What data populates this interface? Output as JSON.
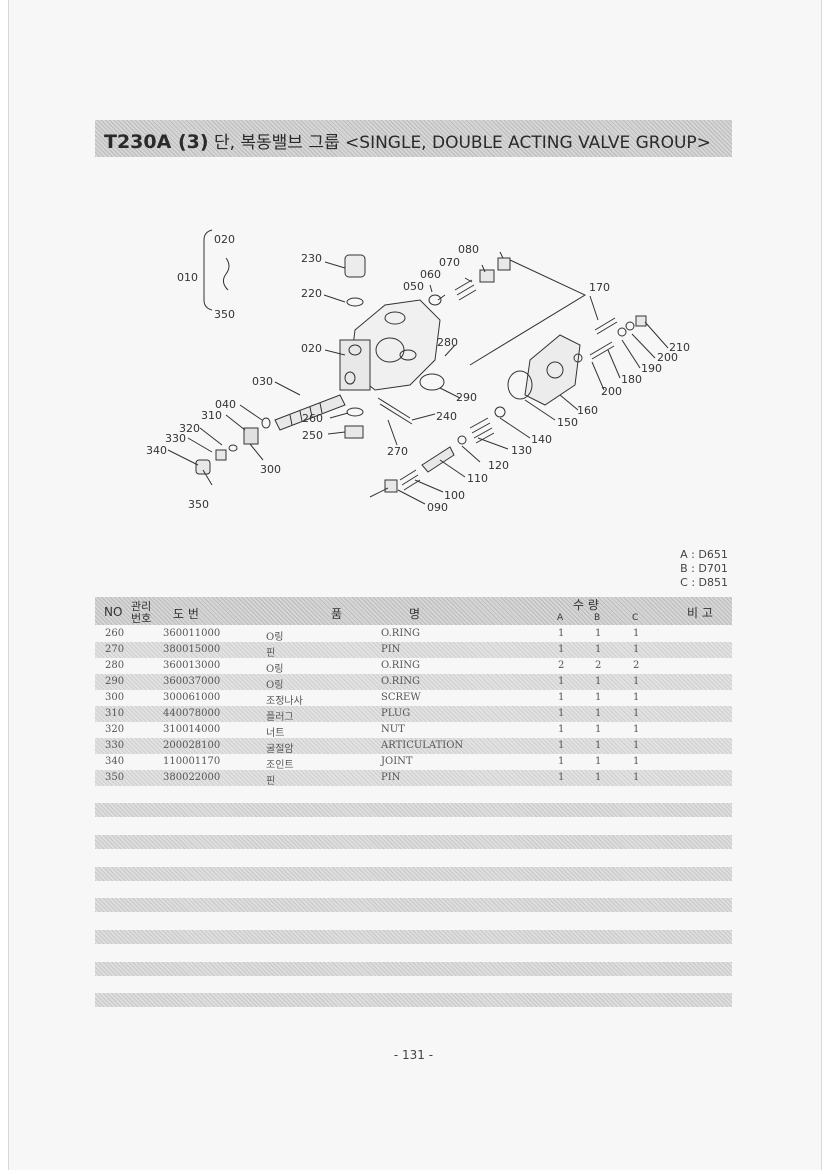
{
  "title": {
    "code": "T230A (3)",
    "text": "단, 복동밸브 그룹 <SINGLE, DOUBLE  ACTING VALVE GROUP>"
  },
  "callouts": [
    "020",
    "010",
    "350",
    "230",
    "220",
    "020",
    "080",
    "070",
    "060",
    "050",
    "170",
    "280",
    "210",
    "200",
    "190",
    "180",
    "200",
    "030",
    "040",
    "310",
    "320",
    "330",
    "340",
    "260",
    "250",
    "270",
    "290",
    "240",
    "160",
    "150",
    "140",
    "130",
    "120",
    "110",
    "100",
    "090",
    "300",
    "350"
  ],
  "variants": [
    "A : D651",
    "B : D701",
    "C : D851"
  ],
  "table": {
    "headers": {
      "no": "NO",
      "mgmt1": "관리",
      "mgmt2": "번호",
      "drawing": "도    번",
      "item": "품",
      "name": "명",
      "qty": "수    량",
      "a": "A",
      "b": "B",
      "c": "C",
      "remark": "비 고"
    },
    "rows": [
      {
        "no": "260",
        "part": "360011000",
        "kr": "O링",
        "en": "O.RING",
        "a": "1",
        "b": "1",
        "c": "1"
      },
      {
        "no": "270",
        "part": "380015000",
        "kr": "핀",
        "en": "PIN",
        "a": "1",
        "b": "1",
        "c": "1"
      },
      {
        "no": "280",
        "part": "360013000",
        "kr": "O링",
        "en": "O.RING",
        "a": "2",
        "b": "2",
        "c": "2"
      },
      {
        "no": "290",
        "part": "360037000",
        "kr": "O링",
        "en": "O.RING",
        "a": "1",
        "b": "1",
        "c": "1"
      },
      {
        "no": "300",
        "part": "300061000",
        "kr": "조정나사",
        "en": "SCREW",
        "a": "1",
        "b": "1",
        "c": "1"
      },
      {
        "no": "310",
        "part": "440078000",
        "kr": "플러그",
        "en": "PLUG",
        "a": "1",
        "b": "1",
        "c": "1"
      },
      {
        "no": "320",
        "part": "310014000",
        "kr": "너트",
        "en": "NUT",
        "a": "1",
        "b": "1",
        "c": "1"
      },
      {
        "no": "330",
        "part": "200028100",
        "kr": "굴절암",
        "en": "ARTICULATION",
        "a": "1",
        "b": "1",
        "c": "1"
      },
      {
        "no": "340",
        "part": "110001170",
        "kr": "조인트",
        "en": "JOINT",
        "a": "1",
        "b": "1",
        "c": "1"
      },
      {
        "no": "350",
        "part": "380022000",
        "kr": "핀",
        "en": "PIN",
        "a": "1",
        "b": "1",
        "c": "1"
      }
    ]
  },
  "page_number": "- 131 -"
}
